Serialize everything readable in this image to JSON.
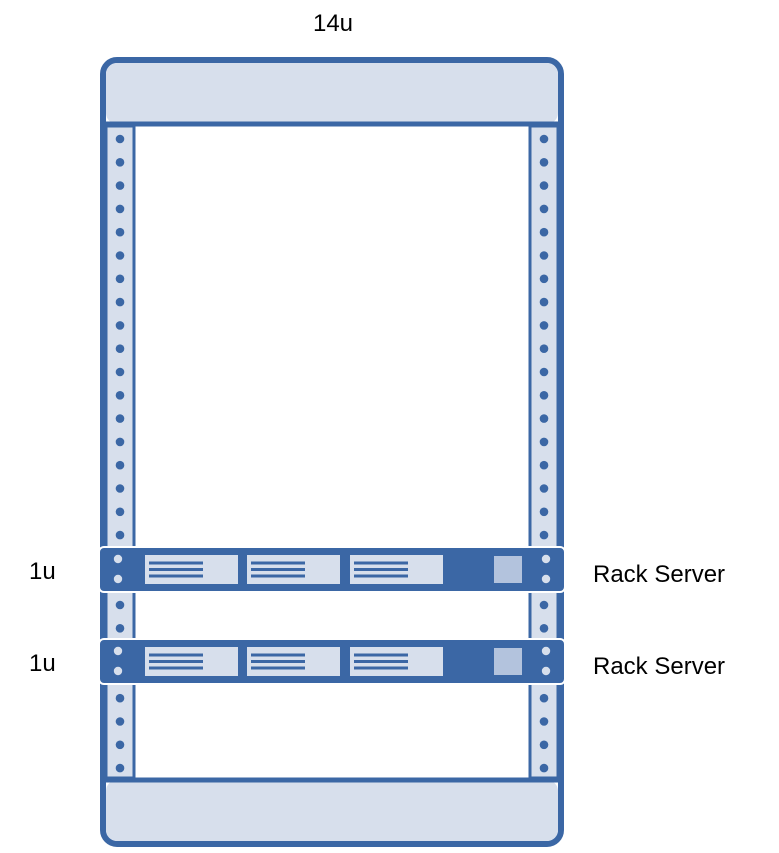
{
  "rack": {
    "capacity_label": "14u",
    "colors": {
      "frame": "#3b67a5",
      "panel": "#d7dfec",
      "server_body": "#3b67a5",
      "bay": "#d7dfec",
      "bay_line": "#3b67a5",
      "indicator": "#b3c3dd",
      "hole": "#3b67a5"
    },
    "servers": [
      {
        "size_label": "1u",
        "name": "Rack Server",
        "drive_bays": 3
      },
      {
        "size_label": "1u",
        "name": "Rack Server",
        "drive_bays": 3
      }
    ]
  }
}
